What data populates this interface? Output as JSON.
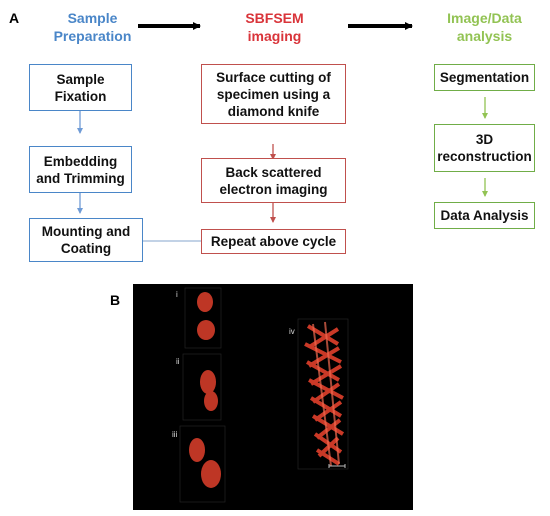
{
  "panel_a": {
    "label": "A",
    "columns": [
      {
        "title": "Sample\nPreparation",
        "color": "#4a86c8"
      },
      {
        "title": "SBFSEM\nimaging",
        "color": "#d9343a"
      },
      {
        "title": "Image/Data\nanalysis",
        "color": "#92c353"
      }
    ],
    "boxes": {
      "sample_fixation": "Sample\nFixation",
      "embedding_trimming": "Embedding\nand Trimming",
      "mounting_coating": "Mounting and\nCoating",
      "surface_cutting": "Surface cutting of\nspecimen using a\ndiamond knife",
      "back_scattered": "Back scattered\nelectron imaging",
      "repeat_cycle": "Repeat above cycle",
      "segmentation": "Segmentation",
      "reconstruction_3d": "3D\nreconstruction",
      "data_analysis": "Data Analysis"
    }
  },
  "panel_b": {
    "label": "B",
    "sublabels": [
      "i",
      "ii",
      "iii",
      "iv"
    ],
    "colors": {
      "background": "#000000",
      "mitochondria": "#e0402c"
    }
  }
}
